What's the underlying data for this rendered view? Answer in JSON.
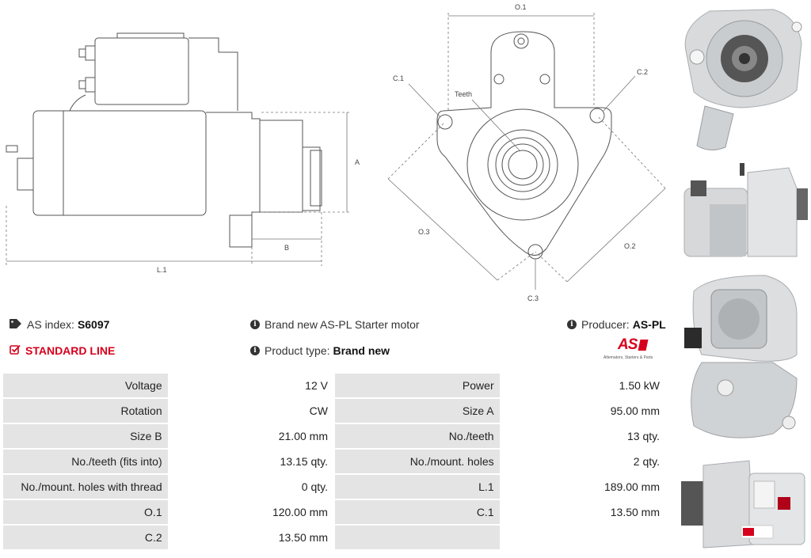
{
  "drawing": {
    "labels": {
      "o1": "O.1",
      "o2": "O.2",
      "o3": "O.3",
      "c1": "C.1",
      "c2": "C.2",
      "c3": "C.3",
      "teeth": "Teeth",
      "a": "A",
      "b": "B",
      "l1": "L.1"
    }
  },
  "info": {
    "index_label": "AS index:",
    "index_value": "S6097",
    "standard_line": "STANDARD LINE",
    "description": "Brand new AS-PL Starter motor",
    "product_type_label": "Product type:",
    "product_type_value": "Brand new",
    "producer_label": "Producer:",
    "producer_value": "AS-PL",
    "logo_text": "AS",
    "logo_tagline": "Alternators, Starters & Parts"
  },
  "specs": [
    {
      "l1": "Voltage",
      "v1": "12 V",
      "l2": "Power",
      "v2": "1.50 kW"
    },
    {
      "l1": "Rotation",
      "v1": "CW",
      "l2": "Size A",
      "v2": "95.00 mm"
    },
    {
      "l1": "Size B",
      "v1": "21.00 mm",
      "l2": "No./teeth",
      "v2": "13 qty."
    },
    {
      "l1": "No./teeth (fits into)",
      "v1": "13.15 qty.",
      "l2": "No./mount. holes",
      "v2": "2 qty."
    },
    {
      "l1": "No./mount. holes with thread",
      "v1": "0 qty.",
      "l2": "L.1",
      "v2": "189.00 mm"
    },
    {
      "l1": "O.1",
      "v1": "120.00 mm",
      "l2": "C.1",
      "v2": "13.50 mm"
    },
    {
      "l1": "C.2",
      "v1": "13.50 mm",
      "l2": "",
      "v2": ""
    }
  ],
  "icons": {
    "tag": "tag-icon",
    "check": "checkbox-icon",
    "info": "info-icon"
  },
  "colors": {
    "accent_red": "#d6001c",
    "label_bg": "#e4e4e4"
  }
}
